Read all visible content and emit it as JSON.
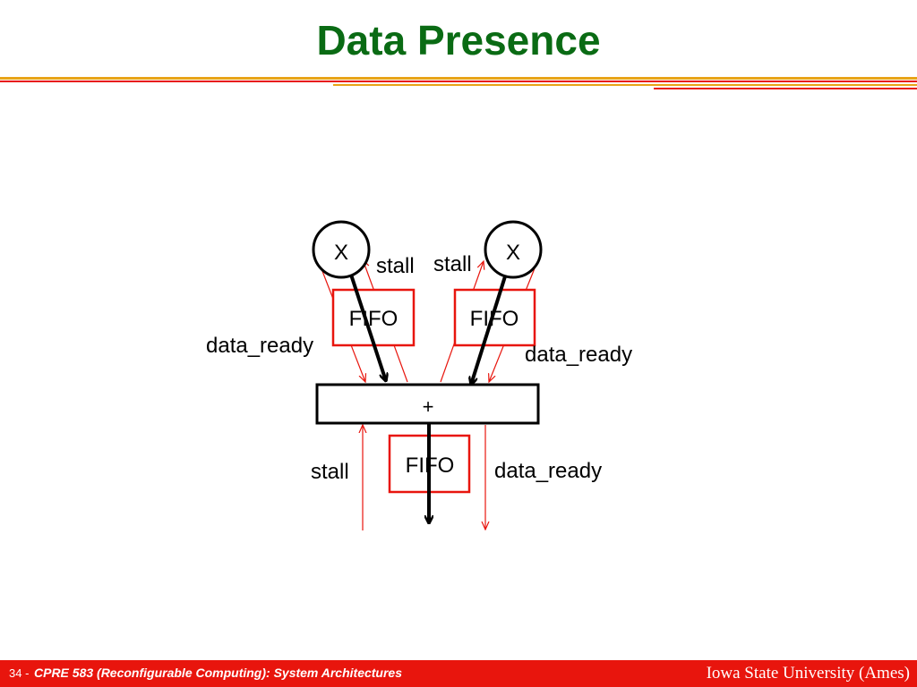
{
  "slide": {
    "title": "Data Presence",
    "colors": {
      "title": "#0a6b14",
      "accent_orange": "#e8a317",
      "accent_red": "#e8150d",
      "signal_red": "#e8150d"
    }
  },
  "diagram": {
    "multiplier_left": "X",
    "multiplier_right": "X",
    "adder": "+",
    "fifo_left": "FIFO",
    "fifo_right": "FIFO",
    "fifo_bottom": "FIFO",
    "stall_left": "stall",
    "stall_right": "stall",
    "stall_bottom": "stall",
    "data_ready_left": "data_ready",
    "data_ready_right": "data_ready",
    "data_ready_bottom": "data_ready"
  },
  "footer": {
    "page_number": "34 -",
    "course": "CPRE 583 (Reconfigurable Computing):  System Architectures",
    "university": "Iowa State University (Ames)"
  }
}
